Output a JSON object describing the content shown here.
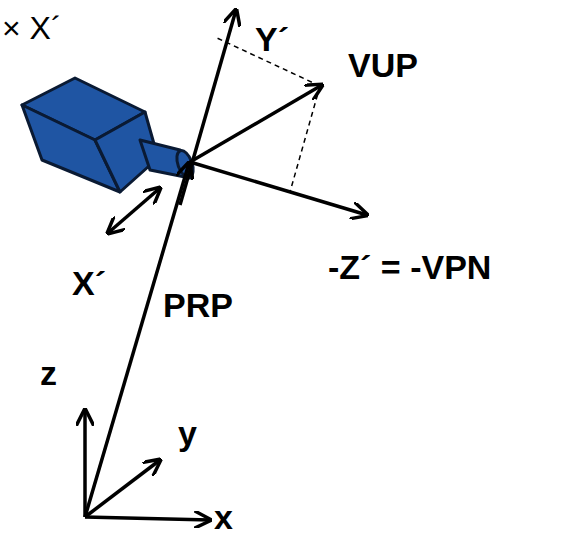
{
  "diagram": {
    "labels": [
      "× X´",
      "Y´",
      "VUP",
      "X´",
      "PRP",
      "-Z´ = -VPN",
      "z",
      "y",
      "x"
    ]
  }
}
